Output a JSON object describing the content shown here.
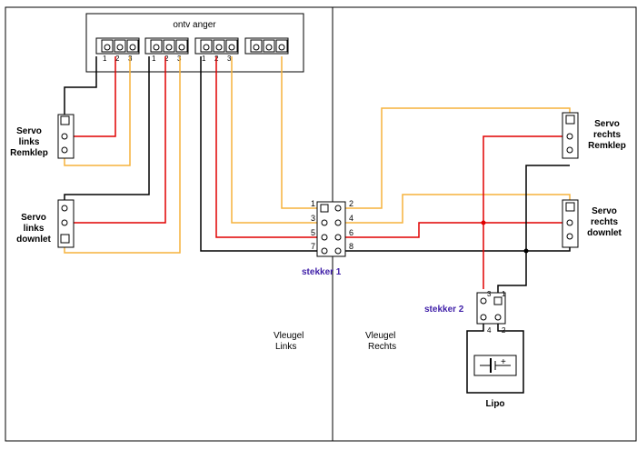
{
  "receiver": {
    "title": "ontv anger",
    "pins": [
      "1",
      "2",
      "3"
    ]
  },
  "servos": {
    "left_brake": [
      "Servo",
      "links",
      "Remklep"
    ],
    "left_down": [
      "Servo",
      "links",
      "downlet"
    ],
    "right_brake": [
      "Servo",
      "rechts",
      "Remklep"
    ],
    "right_down": [
      "Servo",
      "rechts",
      "downlet"
    ]
  },
  "connector1": {
    "label": "stekker 1",
    "pins_left": [
      "1",
      "3",
      "5",
      "7"
    ],
    "pins_right": [
      "2",
      "4",
      "6",
      "8"
    ]
  },
  "connector2": {
    "label": "stekker 2",
    "pins": [
      "3",
      "1",
      "4",
      "2"
    ]
  },
  "wings": {
    "left": [
      "Vleugel",
      "Links"
    ],
    "right": [
      "Vleugel",
      "Rechts"
    ]
  },
  "battery": {
    "label": "Lipo",
    "plus": "+"
  },
  "colors": {
    "black": "#000000",
    "red": "#e00000",
    "orange": "#f5b23c",
    "label_purple": "#3f1fa8"
  }
}
